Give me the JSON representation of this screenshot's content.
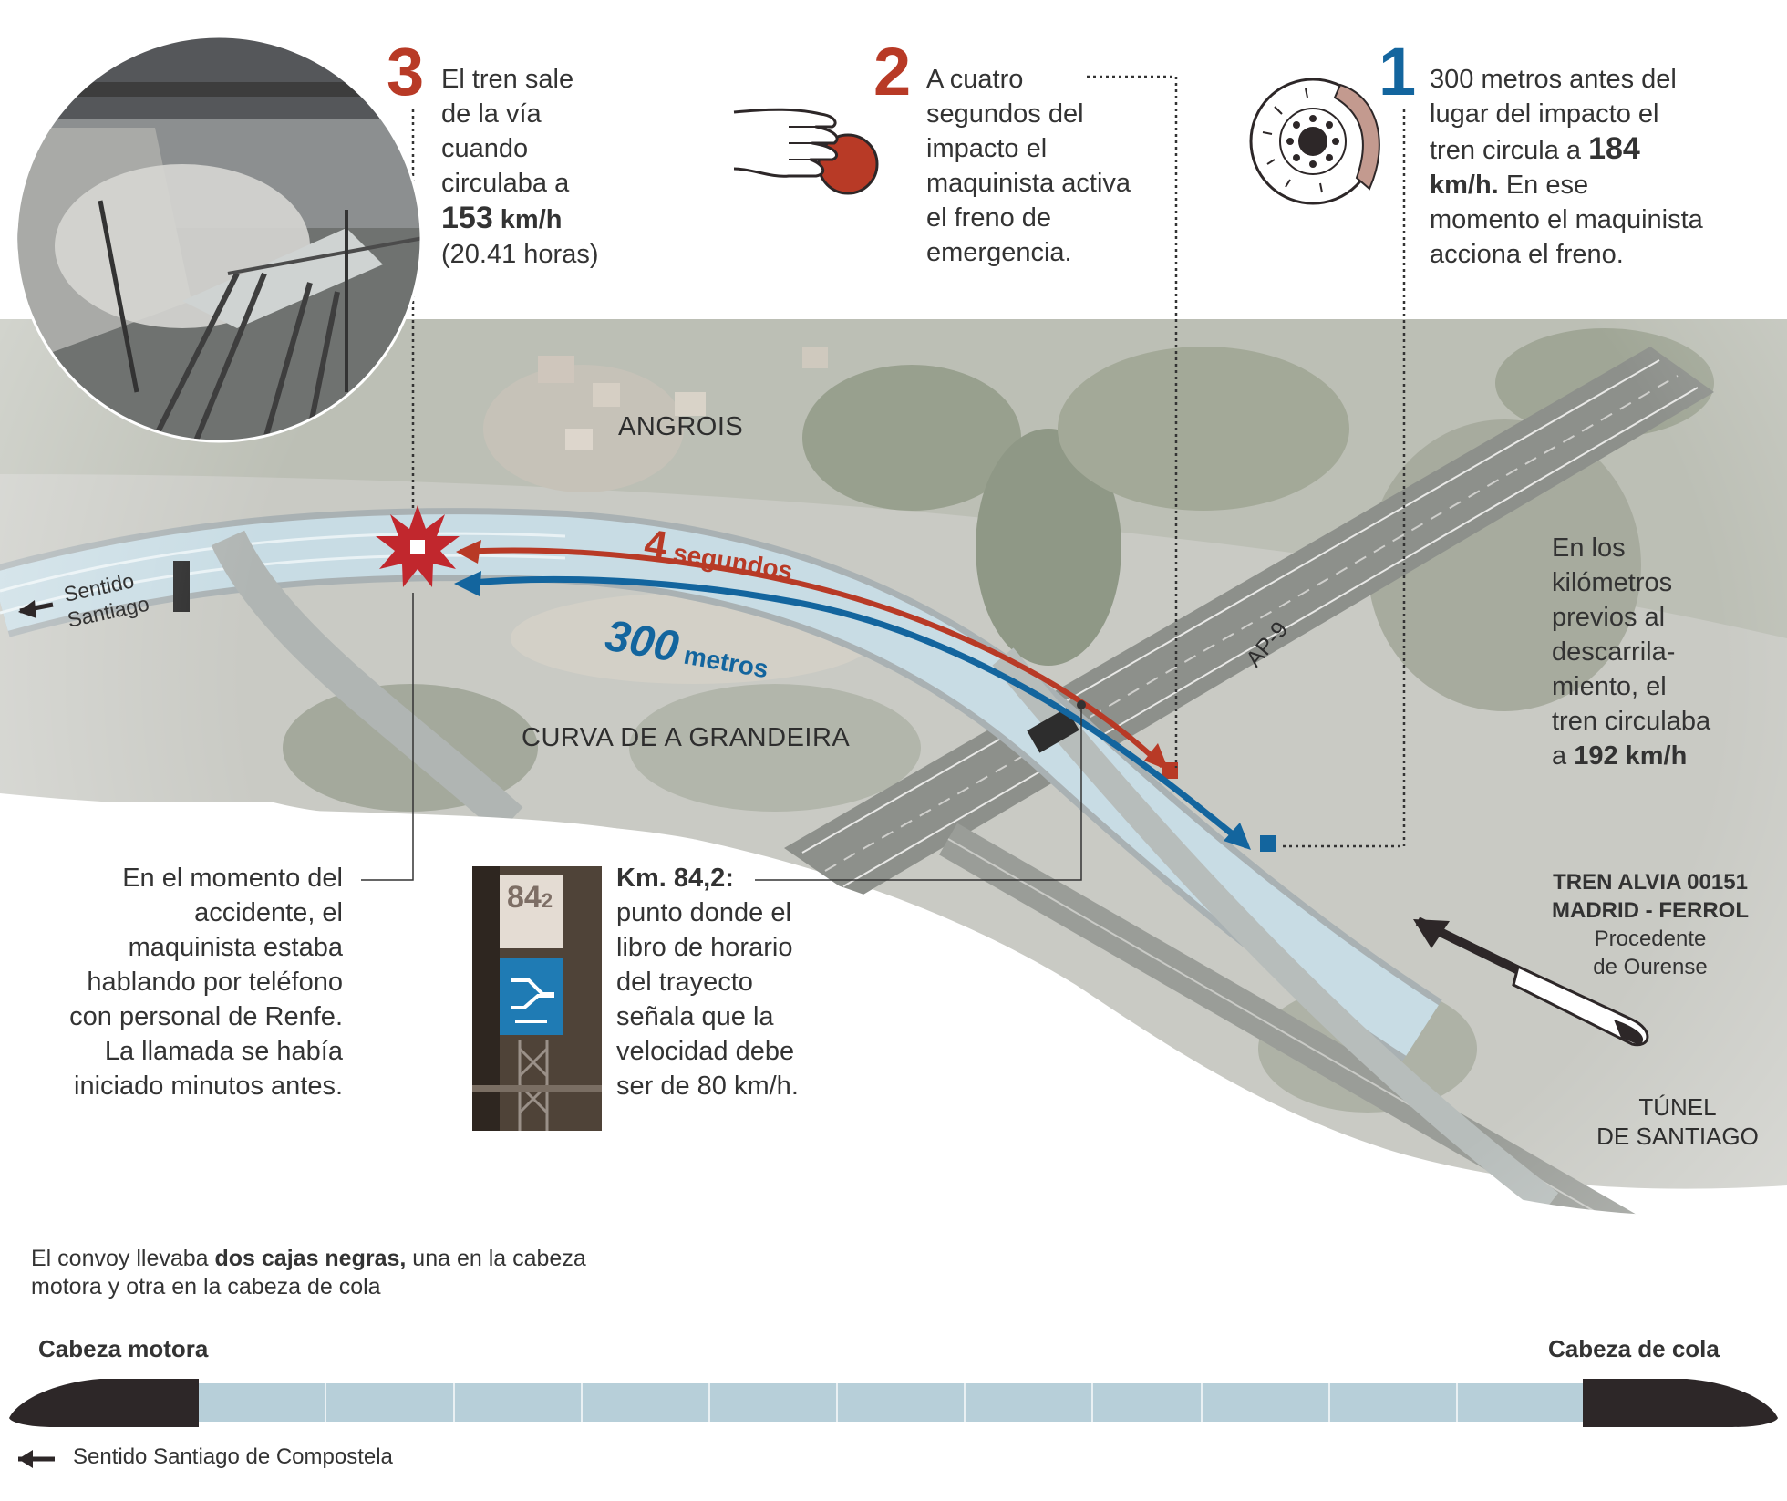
{
  "colors": {
    "red": "#b83a26",
    "blue": "#13659e",
    "dark": "#2d2728",
    "train_body": "#b7cfd9"
  },
  "step3": {
    "number": "3",
    "line1": "El tren sale",
    "line2": "de la vía",
    "line3": "cuando",
    "line4": "circulaba a",
    "speed": "153",
    "unit": "km/h",
    "time": "(20.41 horas)"
  },
  "step2": {
    "number": "2",
    "lines": [
      "A cuatro",
      "segundos del",
      "impacto el",
      "maquinista activa",
      "el freno de",
      "emergencia."
    ]
  },
  "step1": {
    "number": "1",
    "line1": "300 metros antes del",
    "line2": "lugar del impacto el",
    "line3": "tren circula a",
    "speed": "184",
    "unit": "km/h.",
    "line4_rest": "En ese",
    "line5": "momento el maquinista",
    "line6": "acciona el freno."
  },
  "map": {
    "angrois": "ANGROIS",
    "curve": "CURVA DE A GRANDEIRA",
    "highway": "AP-9",
    "direction_line1": "Sentido",
    "direction_line2": "Santiago",
    "arrow_time_value": "4",
    "arrow_time_unit": "segundos",
    "arrow_dist_value": "300",
    "arrow_dist_unit": "metros",
    "tunnel_line1": "TÚNEL",
    "tunnel_line2": "DE SANTIAGO"
  },
  "prior_speed": {
    "lines": [
      "En los",
      "kilómetros",
      "previos al",
      "descarrila-",
      "miento, el",
      "tren circulaba"
    ],
    "last_prefix": "a",
    "speed": "192 km/h"
  },
  "train_info": {
    "line1": "TREN ALVIA 00151",
    "line2": "MADRID - FERROL",
    "line3": "Procedente",
    "line4": "de Ourense"
  },
  "phone_note": {
    "lines": [
      "En el momento del",
      "accidente, el",
      "maquinista estaba",
      "hablando por teléfono",
      "con personal de Renfe.",
      "La llamada se había",
      "iniciado minutos antes."
    ]
  },
  "km_sign": {
    "sign_number": "84",
    "sign_sub": "2",
    "title": "Km. 84,2:",
    "lines": [
      "punto donde el",
      "libro de horario",
      "del trayecto",
      "señala que la",
      "velocidad debe",
      "ser de 80 km/h."
    ]
  },
  "black_boxes": {
    "prefix": "El convoy llevaba",
    "bold": "dos cajas negras,",
    "suffix": "una en la cabeza",
    "line2": "motora y otra en la cabeza de cola"
  },
  "train_diagram": {
    "head_label": "Cabeza motora",
    "tail_label": "Cabeza de cola",
    "direction": "Sentido Santiago de Compostela"
  }
}
